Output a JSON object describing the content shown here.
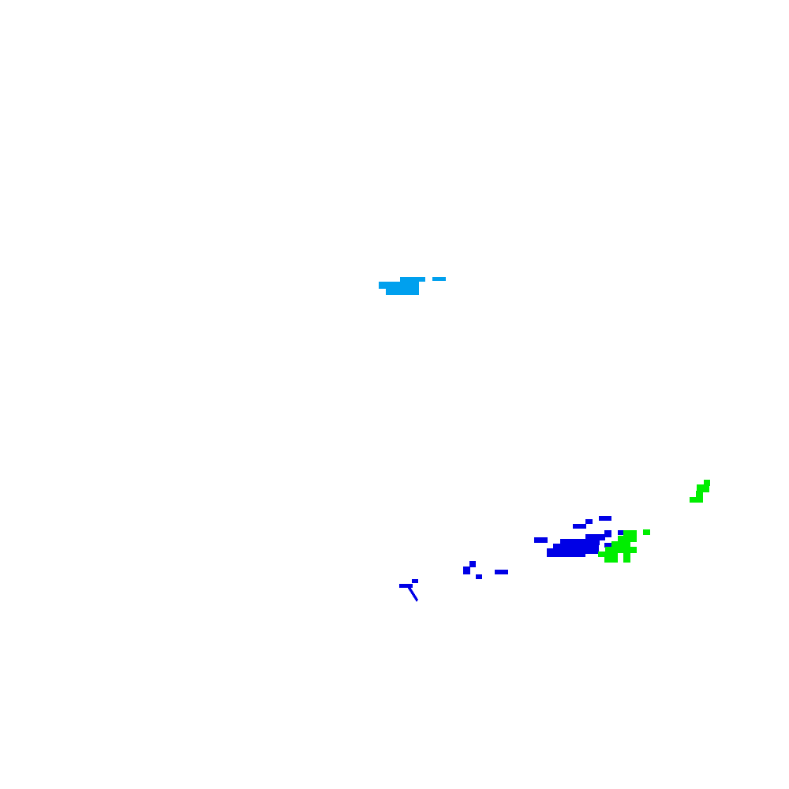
{
  "colors": {
    "background": "#ffffff",
    "light_blue": "#00a0ee",
    "blue": "#0000e6",
    "green": "#00ee00"
  },
  "layers": [
    {
      "name": "light-blue-echoes",
      "color_key": "light_blue"
    },
    {
      "name": "blue-echoes",
      "color_key": "blue"
    },
    {
      "name": "green-echoes",
      "color_key": "green"
    }
  ]
}
